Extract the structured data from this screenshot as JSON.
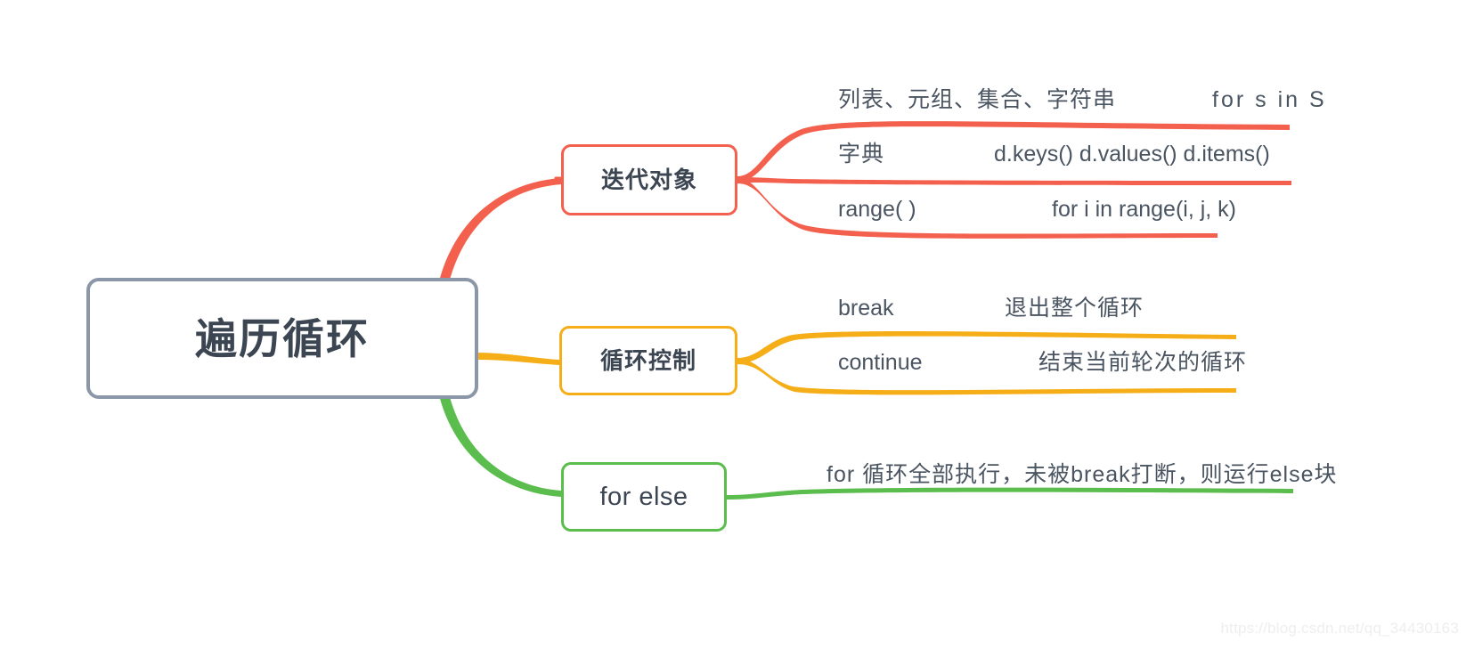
{
  "diagram": {
    "type": "mindmap",
    "title": "遍历循环",
    "root": {
      "label": "遍历循环",
      "border_color": "#8b97a8"
    },
    "branches": [
      {
        "id": "iterable",
        "label": "迭代对象",
        "color": "#f4604e",
        "leaves": [
          {
            "term": "列表、元组、集合、字符串",
            "detail": "for  s  in  S"
          },
          {
            "term": "字典",
            "detail": "d.keys()   d.values()  d.items()"
          },
          {
            "term": "range( )",
            "detail": "for i in range(i, j, k)"
          }
        ]
      },
      {
        "id": "control",
        "label": "循环控制",
        "color": "#f5ae18",
        "leaves": [
          {
            "term": "break",
            "detail": "退出整个循环"
          },
          {
            "term": "continue",
            "detail": "结束当前轮次的循环"
          }
        ]
      },
      {
        "id": "forelse",
        "label": "for else",
        "color": "#5bbd4d",
        "leaves": [
          {
            "term": "",
            "detail": "for 循环全部执行，未被break打断，则运行else块"
          }
        ]
      }
    ]
  },
  "watermark": {
    "text": "https://blog.csdn.net/qq_34430163"
  },
  "colors": {
    "background": "#ffffff",
    "text": "#3c4552",
    "leaf_text": "#4a5561",
    "root_border": "#8b97a8",
    "branch_red": "#f4604e",
    "branch_amber": "#f5ae18",
    "branch_green": "#5bbd4d",
    "watermark": "#eeeeee"
  }
}
